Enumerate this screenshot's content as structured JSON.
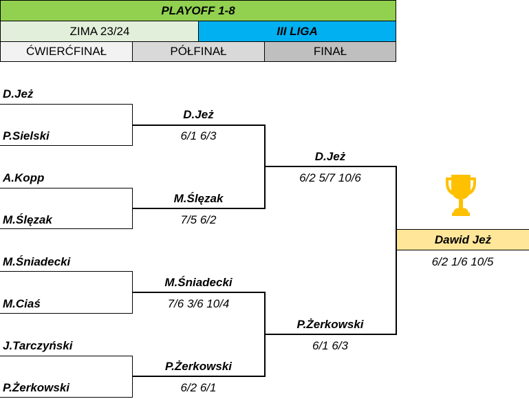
{
  "header": {
    "title": "PLAYOFF 1-8",
    "season": "ZIMA 23/24",
    "league": "III LIGA",
    "rounds": [
      "ĆWIERĆFINAŁ",
      "PÓŁFINAŁ",
      "FINAŁ"
    ]
  },
  "quarterfinals": [
    {
      "player1": "D.Jeż",
      "player2": "P.Sielski",
      "winner": "D.Jeż",
      "score": "6/1 6/3"
    },
    {
      "player1": "A.Kopp",
      "player2": "M.Ślęzak",
      "winner": "M.Ślęzak",
      "score": "7/5 6/2"
    },
    {
      "player1": "M.Śniadecki",
      "player2": "M.Ciaś",
      "winner": "M.Śniadecki",
      "score": "7/6 3/6 10/4"
    },
    {
      "player1": "J.Tarczyński",
      "player2": "P.Żerkowski",
      "winner": "P.Żerkowski",
      "score": "6/2 6/1"
    }
  ],
  "semifinals": [
    {
      "winner": "D.Jeż",
      "score": "6/2 5/7 10/6"
    },
    {
      "winner": "P.Żerkowski",
      "score": "6/1 6/3"
    }
  ],
  "final": {
    "champion": "Dawid Jeż",
    "score": "6/2 1/6 10/5",
    "trophy_icon": "trophy-icon",
    "trophy_color": "#ffc000"
  }
}
